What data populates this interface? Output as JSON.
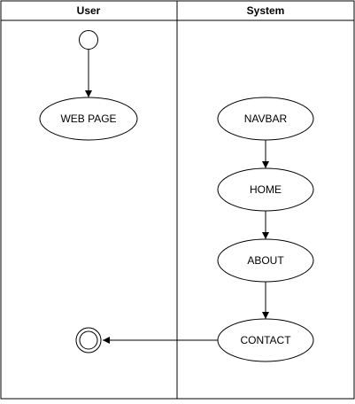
{
  "lanes": [
    {
      "title": "User"
    },
    {
      "title": "System"
    }
  ],
  "nodes": {
    "web_page": "WEB PAGE",
    "navbar": "NAVBAR",
    "home": "HOME",
    "about": "ABOUT",
    "contact": "CONTACT"
  },
  "colors": {
    "line": "#000000",
    "fill": "#ffffff"
  }
}
